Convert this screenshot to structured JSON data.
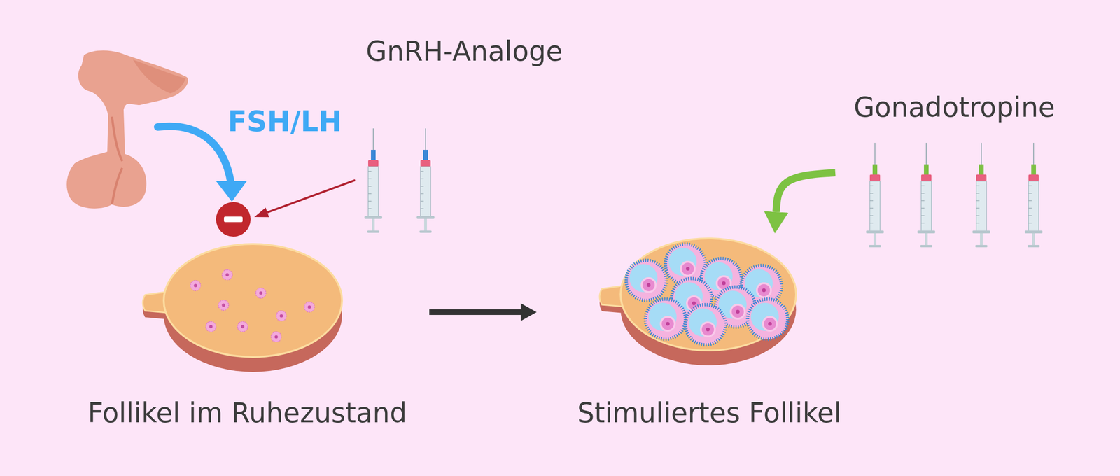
{
  "diagram": {
    "nodes": [
      {
        "text": [
          "GnRH-Analoge"
        ]
      },
      {
        "text": [
          "Gonadotropine"
        ]
      },
      {
        "text": [
          "Follikel im Ruhezustand"
        ]
      },
      {
        "text": [
          "Stimuliertes Follikel"
        ]
      }
    ],
    "edges": [
      {
        "from": 1,
        "to": 3,
        "arrow": "to"
      },
      {
        "from": 2,
        "to": 3,
        "arrow": "to"
      }
    ],
    "labels": [
      "FSH/LH"
    ]
  }
}
